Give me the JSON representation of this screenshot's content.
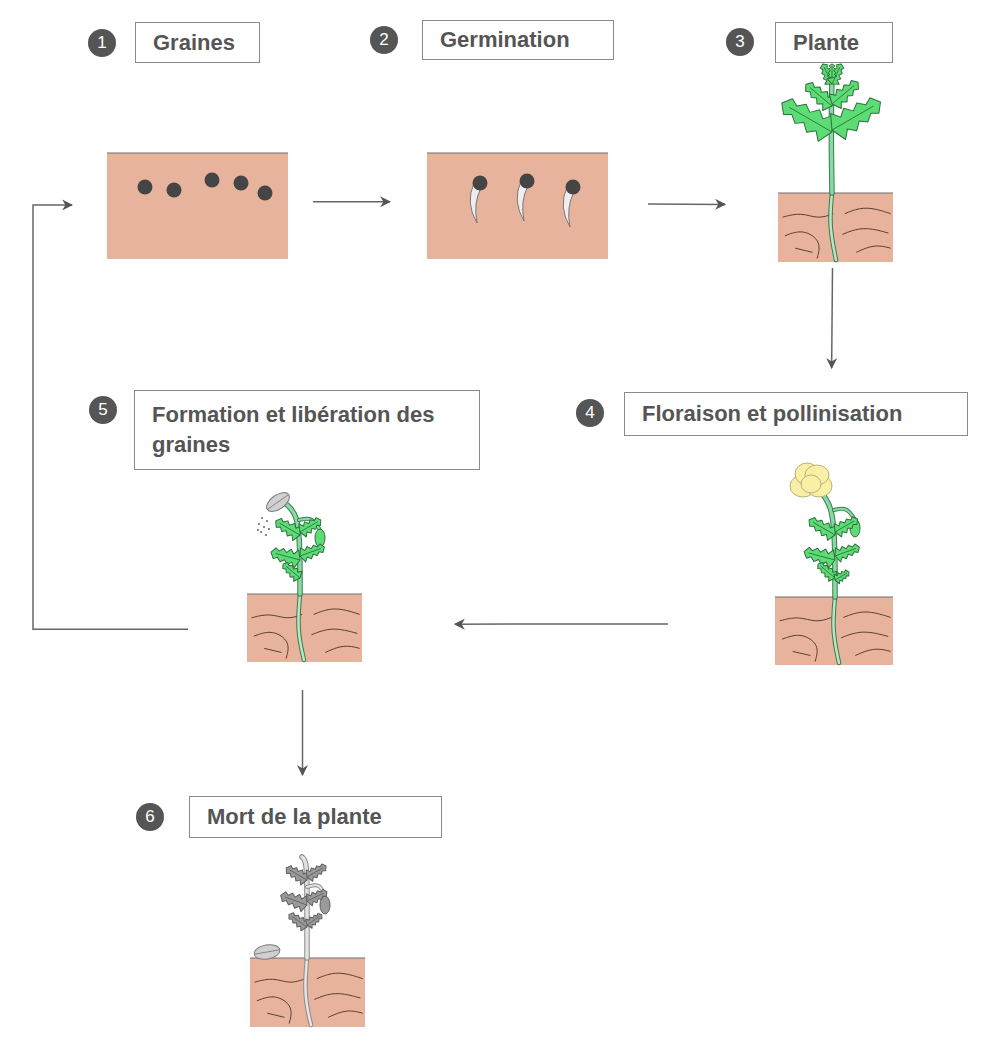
{
  "diagram": {
    "nodes": [
      {
        "text": [
          "Graines"
        ]
      },
      {
        "text": [
          "Germination"
        ]
      },
      {
        "text": [
          "Plante"
        ]
      },
      {
        "text": [
          "Floraison et pollinisation"
        ]
      },
      {
        "text": [
          "Formation et libération des graines"
        ]
      },
      {
        "text": [
          "Mort de la plante"
        ]
      }
    ],
    "edges": [
      {
        "from": 0,
        "to": 1,
        "arrow": "to"
      },
      {
        "from": 1,
        "to": 2,
        "arrow": "to"
      },
      {
        "from": 2,
        "to": 3,
        "arrow": "to"
      },
      {
        "from": 3,
        "to": 4,
        "arrow": "to"
      },
      {
        "from": 4,
        "to": 0,
        "arrow": "to"
      },
      {
        "from": 4,
        "to": 5,
        "arrow": "to"
      }
    ],
    "labels": [
      "1",
      "2",
      "3",
      "4",
      "5",
      "6"
    ]
  }
}
